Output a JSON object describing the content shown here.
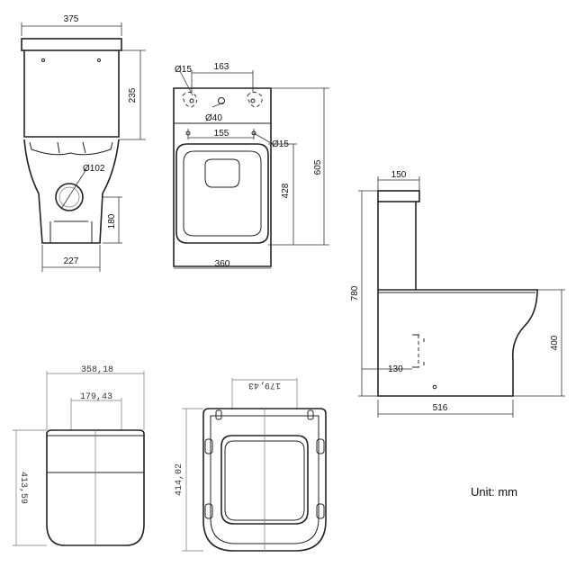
{
  "front_view": {
    "width_top": "375",
    "cistern_height": "235",
    "outlet_dia": "Ø102",
    "outlet_height": "180",
    "base_width": "227"
  },
  "top_view": {
    "hole_dia_left": "Ø15",
    "hole_spacing": "163",
    "button_dia": "Ø40",
    "fix_spacing": "155",
    "hole_dia_right": "Ø15",
    "bowl_length": "428",
    "total_length": "605",
    "width": "360"
  },
  "side_view": {
    "cistern_depth": "150",
    "total_height": "780",
    "seat_height": "400",
    "outlet_height": "130",
    "base_length": "516"
  },
  "seat_top": {
    "width": "358,18",
    "hinge_width": "179,43",
    "length": "413,59"
  },
  "seat_bottom": {
    "hinge_width": "179,43",
    "length": "414,02"
  },
  "unit_label": "Unit: mm"
}
